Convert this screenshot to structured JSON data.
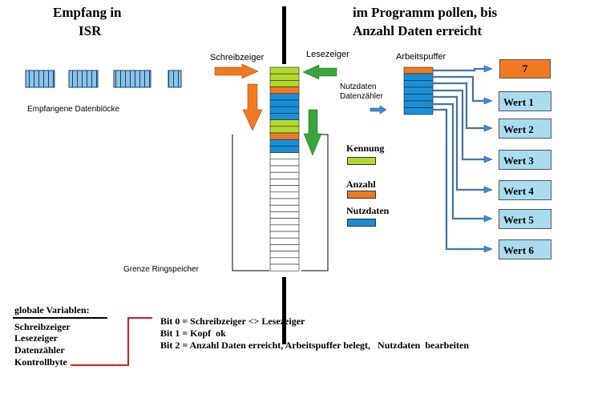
{
  "titles": {
    "left_line1": "Empfang in",
    "left_line2": "ISR",
    "right_line1": "im Programm pollen, bis",
    "right_line2": "Anzahl Daten erreicht"
  },
  "labels": {
    "schreibzeiger": "Schreibzeiger",
    "lesezeiger": "Lesezeiger",
    "arbeitspuffer": "Arbeitspuffer",
    "nutzdaten_zaehler_1": "Nutzdaten",
    "nutzdaten_zaehler_2": "Datenzähler",
    "empfangene": "Empfangene Datenblöcke",
    "grenze": "Grenze Ringspeicher"
  },
  "legend": {
    "kennung": "Kennung",
    "anzahl": "Anzahl",
    "nutzdaten": "Nutzdaten"
  },
  "outputs": [
    "7",
    "Wert 1",
    "Wert 2",
    "Wert 3",
    "Wert 4",
    "Wert 5",
    "Wert 6"
  ],
  "globals": {
    "heading": "globale Variablen:",
    "items": [
      "Schreibzeiger",
      "Lesezeiger",
      "Datenzähler",
      "Kontrollbyte"
    ]
  },
  "bits": [
    "Bit 0 = Schreibzeiger <> Lesezeiger",
    "Bit 1 = Kopf  ok",
    "Bit 2 = Anzahl Daten erreicht, Arbeitspuffer belegt,   Nutzdaten  bearbeiten"
  ],
  "colors": {
    "kennung": "#b2d930",
    "anzahl": "#f07a22",
    "nutzdaten": "#1a8fd8",
    "wert_box": "#a8dcee",
    "seven_box": "#f07a22",
    "pointer_green": "#3aa53a",
    "pointer_orange": "#f07a22",
    "kontroll_line": "#d81c1c",
    "arrow_blue": "#3a8ee0"
  }
}
